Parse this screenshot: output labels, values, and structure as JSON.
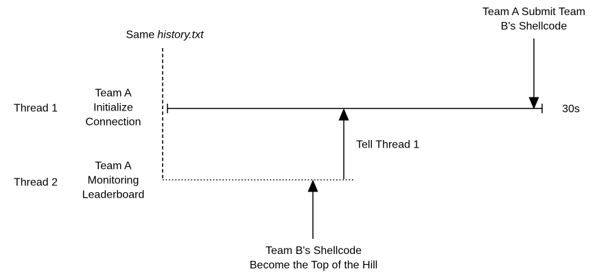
{
  "colors": {
    "background": "#ffffff",
    "ink": "#000000"
  },
  "annotations": {
    "shared_file": {
      "prefix": "Same",
      "filename": "history.txt"
    },
    "submit_shellcode": {
      "lines": [
        "Team A Submit Team",
        "B's Shellcode"
      ]
    },
    "tell_thread": {
      "label": "Tell Thread 1"
    },
    "top_of_hill": {
      "lines": [
        "Team B's Shellcode",
        "Become the Top of the Hill"
      ]
    }
  },
  "threads": [
    {
      "name": "Thread 1",
      "activity": [
        "Team A",
        "Initialize",
        "Connection"
      ],
      "end_time": "30s"
    },
    {
      "name": "Thread 2",
      "activity": [
        "Team A",
        "Monitoring",
        "Leaderboard"
      ]
    }
  ]
}
